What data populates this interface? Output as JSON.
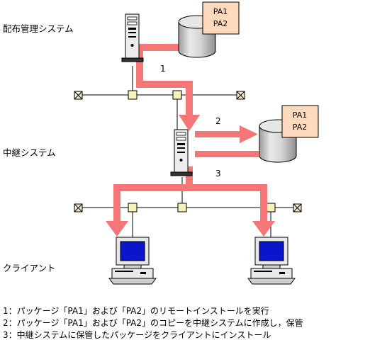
{
  "diagram": {
    "systems": {
      "distribution": "配布管理システム",
      "relay": "中継システム",
      "client": "クライアント"
    },
    "packages": [
      "PA1",
      "PA2"
    ],
    "step_numbers": [
      "1",
      "2",
      "3"
    ],
    "notes": [
      "1：パッケージ「PA1」および「PA2」のリモートインストールを実行",
      "2：パッケージ「PA1」および「PA2」のコピーを中継システムに作成し，保管",
      "3：中継システムに保管したパッケージをクライアントにインストール"
    ],
    "colors": {
      "arrow": "#f47676",
      "package_box": "#fdd9bd",
      "node": "#f6f2bb",
      "terminator": "#f3eccd",
      "db": "#c8c8c8",
      "screen": "#0b15cc"
    }
  }
}
